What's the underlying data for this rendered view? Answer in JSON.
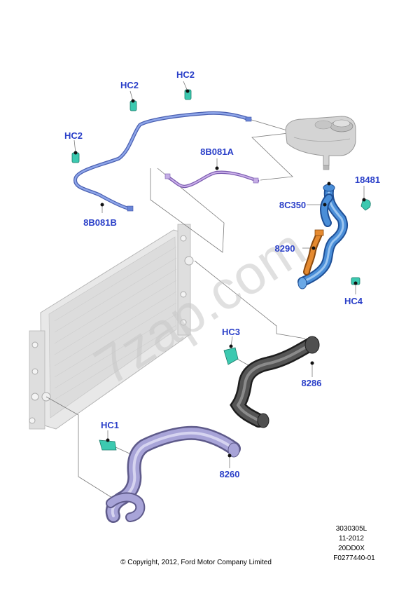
{
  "labels": {
    "hc2_a": "HC2",
    "hc2_b": "HC2",
    "hc2_c": "HC2",
    "p8b081a": "8B081A",
    "p8b081b": "8B081B",
    "p18481": "18481",
    "p8c350": "8C350",
    "p8290": "8290",
    "hc4": "HC4",
    "hc3": "HC3",
    "p8286": "8286",
    "hc1": "HC1",
    "p8260": "8260"
  },
  "watermark": "7zap.com",
  "metadata": {
    "line1": "3030305L",
    "line2": "11-2012",
    "line3": "20DD0X",
    "line4": "F0277440-01"
  },
  "copyright": "© Copyright, 2012, Ford Motor Company Limited",
  "colors": {
    "label": "#2a3fc8",
    "hose_blue": "#4a8ed8",
    "hose_orange": "#d9751e",
    "hose_dark": "#4a4a4a",
    "hose_purple": "#9c98cf",
    "pipe_blue": "#6a86d6",
    "pipe_purple": "#b08fd8",
    "clip_teal": "#3cc9b0",
    "radiator": "#e6e6e6"
  }
}
